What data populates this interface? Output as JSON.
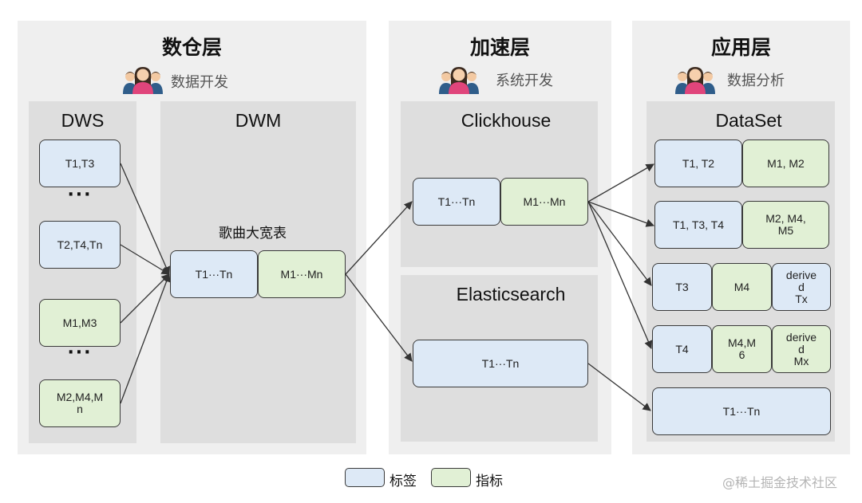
{
  "layers": {
    "warehouse": {
      "title": "数仓层",
      "role": "数据开发"
    },
    "acceleration": {
      "title": "加速层",
      "role": "系统开发"
    },
    "application": {
      "title": "应用层",
      "role": "数据分析"
    }
  },
  "dws": {
    "title": "DWS",
    "items": [
      "T1,T3",
      "T2,T4,Tn",
      "M1,M3",
      "M2,M4,M\nn"
    ],
    "ellipsis": "···"
  },
  "dwm": {
    "title": "DWM",
    "wide_table_label": "歌曲大宽表",
    "tag_cell": "T1···Tn",
    "metric_cell": "M1···Mn"
  },
  "clickhouse": {
    "title": "Clickhouse",
    "tag_cell": "T1···Tn",
    "metric_cell": "M1···Mn"
  },
  "elasticsearch": {
    "title": "Elasticsearch",
    "tag_cell": "T1···Tn"
  },
  "dataset": {
    "title": "DataSet",
    "row1": [
      "T1, T2",
      "M1, M2"
    ],
    "row2": [
      "T1, T3, T4",
      "M2, M4,\nM5"
    ],
    "row3": [
      "T3",
      "M4",
      "derive\nd\nTx"
    ],
    "row4": [
      "T4",
      "M4,M\n6",
      "derive\nd\nMx"
    ],
    "row5": [
      "T1···Tn"
    ]
  },
  "legend": {
    "tag": "标签",
    "metric": "指标"
  },
  "colors": {
    "tag_fill": "#dde9f6",
    "metric_fill": "#e1f0d5",
    "panel": "#efefef",
    "subpanel": "#dedede"
  },
  "watermark": "@稀土掘金技术社区"
}
